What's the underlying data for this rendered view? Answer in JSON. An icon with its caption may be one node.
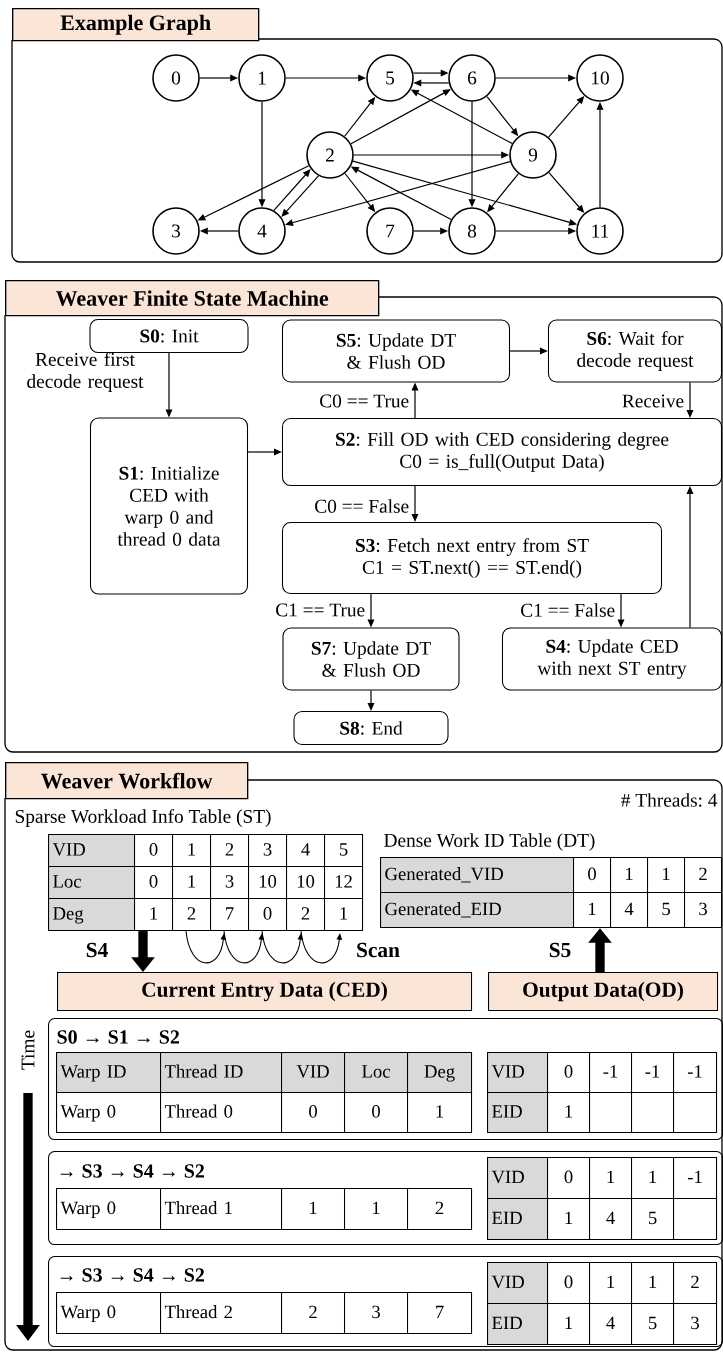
{
  "diagram": {
    "nodes": [
      {
        "text": [
          "Example Graph"
        ]
      },
      {
        "text": [
          "0"
        ],
        "in": 0
      },
      {
        "text": [
          "1"
        ],
        "in": 0
      },
      {
        "text": [
          "2"
        ],
        "in": 0
      },
      {
        "text": [
          "3"
        ],
        "in": 0
      },
      {
        "text": [
          "4"
        ],
        "in": 0
      },
      {
        "text": [
          "5"
        ],
        "in": 0
      },
      {
        "text": [
          "6"
        ],
        "in": 0
      },
      {
        "text": [
          "7"
        ],
        "in": 0
      },
      {
        "text": [
          "8"
        ],
        "in": 0
      },
      {
        "text": [
          "9"
        ],
        "in": 0
      },
      {
        "text": [
          "10"
        ],
        "in": 0
      },
      {
        "text": [
          "11"
        ],
        "in": 0
      },
      {
        "text": [
          "Weaver Finite State Machine"
        ]
      },
      {
        "text": [
          "**S0**: Init"
        ],
        "in": 13
      },
      {
        "text": [
          "**S1**: Initialize CED with warp 0 and thread 0 data"
        ],
        "in": 13
      },
      {
        "text": [
          "**S5**: Update DT & Flush OD"
        ],
        "in": 13
      },
      {
        "text": [
          "**S6**: Wait for decode request"
        ],
        "in": 13
      },
      {
        "text": [
          "**S2**: Fill OD with CED considering degree",
          "C0 = is_full(Output Data)"
        ],
        "in": 13
      },
      {
        "text": [
          "**S3**: Fetch next entry from ST",
          "C1 = ST.next() == ST.end()"
        ],
        "in": 13
      },
      {
        "text": [
          "**S7**: Update DT & Flush OD"
        ],
        "in": 13
      },
      {
        "text": [
          "**S4**: Update CED with next ST entry"
        ],
        "in": 13
      },
      {
        "text": [
          "**S8**: End"
        ],
        "in": 13
      },
      {
        "text": [
          "Weaver Workflow"
        ]
      },
      {
        "text": [
          "VID",
          "0",
          "1",
          "2",
          "3",
          "4",
          "5",
          "Loc",
          "0",
          "1",
          "3",
          "10",
          "10",
          "12",
          "Deg",
          "1",
          "2",
          "7",
          "0",
          "2",
          "1"
        ],
        "beside": [
          "Sparse Workload Info Table (ST)"
        ],
        "in": 23
      },
      {
        "text": [
          "Generated_VID",
          "0",
          "1",
          "1",
          "2",
          "Generated_EID",
          "1",
          "4",
          "5",
          "3"
        ],
        "beside": [
          "Dense Work ID Table (DT)"
        ],
        "in": 23
      },
      {
        "text": [
          "Current Entry Data (CED)"
        ],
        "in": 23
      },
      {
        "text": [
          "Output Data(OD)"
        ],
        "in": 23
      },
      {
        "text": [
          "S0 → S1 → S2"
        ],
        "in": 23
      },
      {
        "text": [
          "Warp ID",
          "Thread ID",
          "VID",
          "Loc",
          "Deg",
          "Warp 0",
          "Thread 0",
          "0",
          "0",
          "1"
        ],
        "in": 28
      },
      {
        "text": [
          "VID",
          "0",
          "-1",
          "-1",
          "-1",
          "EID",
          "1"
        ],
        "in": 28
      },
      {
        "text": [
          "→ S3 → S4 → S2"
        ],
        "in": 23
      },
      {
        "text": [
          "Warp 0",
          "Thread 1",
          "1",
          "1",
          "2"
        ],
        "in": 31
      },
      {
        "text": [
          "VID",
          "0",
          "1",
          "1",
          "-1",
          "EID",
          "1",
          "4",
          "5"
        ],
        "in": 31
      },
      {
        "text": [
          "→ S3 → S4 → S2"
        ],
        "in": 23
      },
      {
        "text": [
          "Warp 0",
          "Thread 2",
          "2",
          "3",
          "7"
        ],
        "in": 34
      },
      {
        "text": [
          "VID",
          "0",
          "1",
          "1",
          "2",
          "EID",
          "1",
          "4",
          "5",
          "3"
        ],
        "in": 34
      }
    ],
    "edges": [
      {
        "from": 1,
        "to": 2,
        "arrow": "to"
      },
      {
        "from": 2,
        "to": 6,
        "arrow": "to"
      },
      {
        "from": 2,
        "to": 5,
        "arrow": "to"
      },
      {
        "from": 6,
        "to": 7,
        "arrow": "to"
      },
      {
        "from": 7,
        "to": 6,
        "arrow": "to"
      },
      {
        "from": 7,
        "to": 11,
        "arrow": "to"
      },
      {
        "from": 7,
        "to": 10,
        "arrow": "to"
      },
      {
        "from": 7,
        "to": 9,
        "arrow": "to"
      },
      {
        "from": 3,
        "to": 6,
        "arrow": "to"
      },
      {
        "from": 3,
        "to": 7,
        "arrow": "to"
      },
      {
        "from": 3,
        "to": 10,
        "arrow": "to"
      },
      {
        "from": 3,
        "to": 12,
        "arrow": "to"
      },
      {
        "from": 3,
        "to": 4,
        "arrow": "to"
      },
      {
        "from": 3,
        "to": 5,
        "arrow": "to"
      },
      {
        "from": 5,
        "to": 3,
        "arrow": "to"
      },
      {
        "from": 3,
        "to": 8,
        "arrow": "to"
      },
      {
        "from": 10,
        "to": 6,
        "arrow": "to"
      },
      {
        "from": 10,
        "to": 11,
        "arrow": "to"
      },
      {
        "from": 10,
        "to": 5,
        "arrow": "to"
      },
      {
        "from": 10,
        "to": 9,
        "arrow": "to"
      },
      {
        "from": 10,
        "to": 12,
        "arrow": "to"
      },
      {
        "from": 9,
        "to": 3,
        "arrow": "to"
      },
      {
        "from": 5,
        "to": 4,
        "arrow": "to"
      },
      {
        "from": 8,
        "to": 9,
        "arrow": "to"
      },
      {
        "from": 9,
        "to": 12,
        "arrow": "to"
      },
      {
        "from": 12,
        "to": 11,
        "arrow": "to"
      },
      {
        "from": 14,
        "to": 15,
        "arrow": "to",
        "label": "Receive first decode request"
      },
      {
        "from": 15,
        "to": 18,
        "arrow": "to"
      },
      {
        "from": 18,
        "to": 16,
        "arrow": "to",
        "label": "C0 == True"
      },
      {
        "from": 16,
        "to": 17,
        "arrow": "to"
      },
      {
        "from": 17,
        "to": 18,
        "arrow": "to",
        "label": "Receive"
      },
      {
        "from": 18,
        "to": 19,
        "arrow": "to",
        "label": "C0 == False"
      },
      {
        "from": 19,
        "to": 20,
        "arrow": "to",
        "label": "C1 == True"
      },
      {
        "from": 19,
        "to": 21,
        "arrow": "to",
        "label": "C1 == False"
      },
      {
        "from": 21,
        "to": 18,
        "arrow": "to"
      },
      {
        "from": 20,
        "to": 22,
        "arrow": "to"
      },
      {
        "from": 24,
        "to": 26,
        "arrow": "to",
        "label": "S4",
        "style": "thick"
      },
      {
        "from": 27,
        "to": 25,
        "arrow": "to",
        "label": "S5",
        "style": "thick"
      }
    ],
    "labels": [
      "# Threads: 4",
      "Scan",
      "Time"
    ]
  }
}
